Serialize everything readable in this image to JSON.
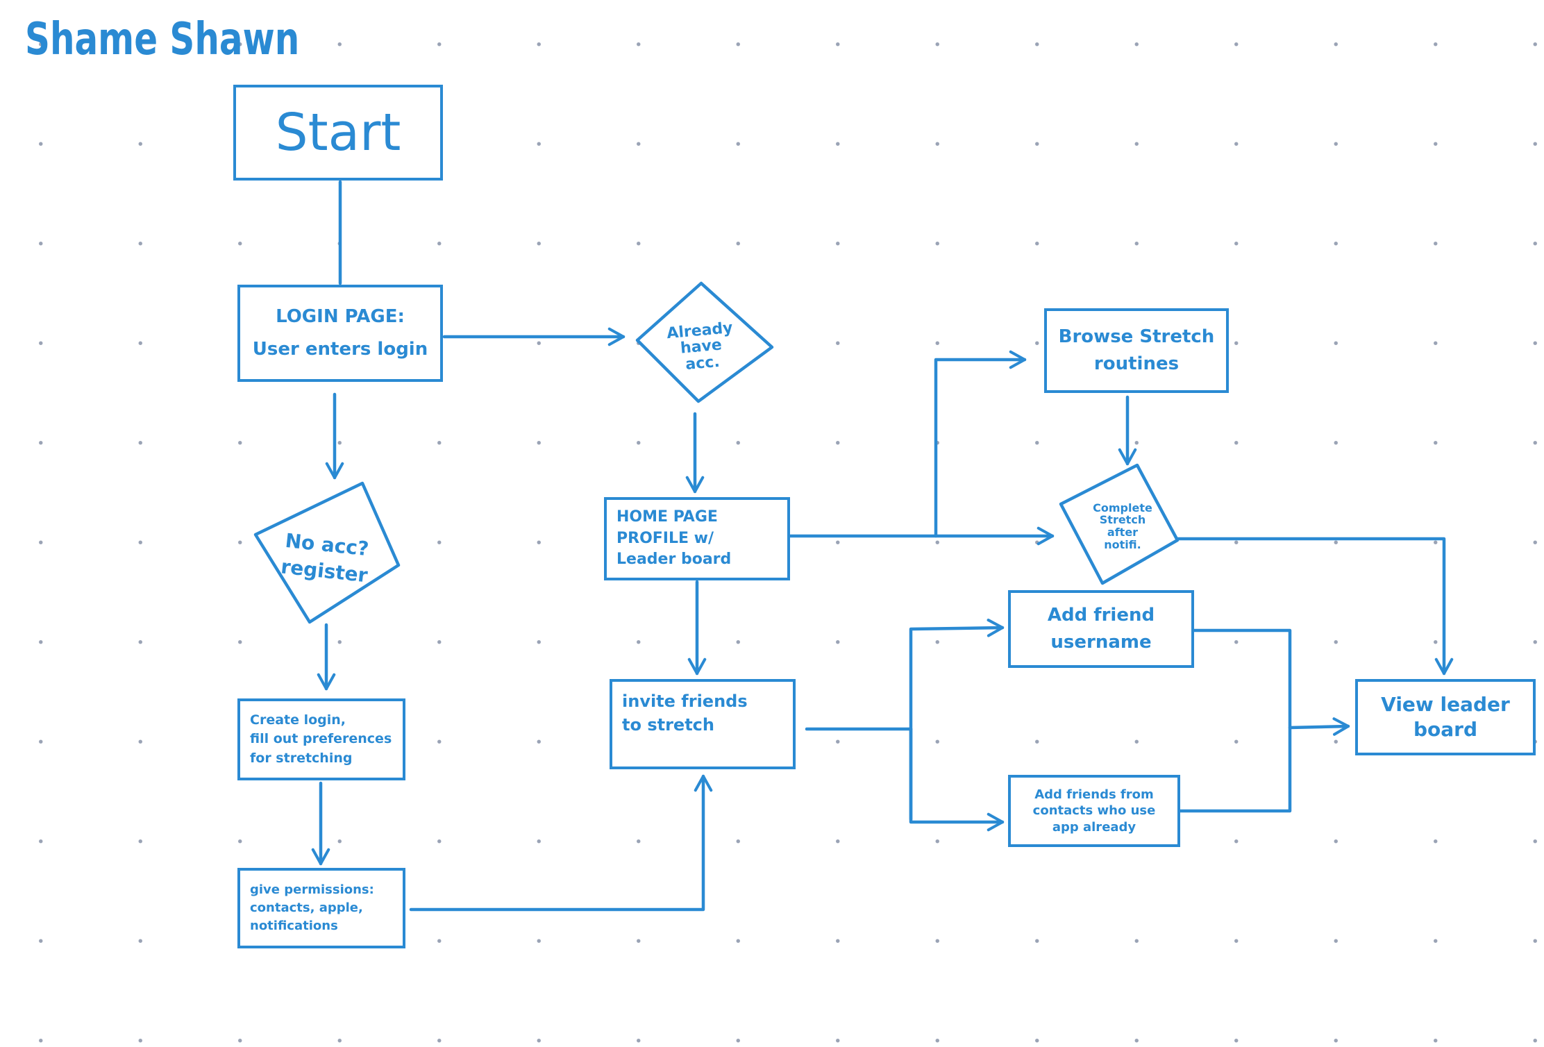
{
  "title": "Shame Shawn",
  "colors": {
    "ink": "#2a8ad3",
    "background": "#ffffff",
    "grid_dot": "#9aa3b5"
  },
  "nodes": {
    "start": "Start",
    "login": "LOGIN PAGE:\nUser enters login",
    "already_have_acc": "Already\nhave\nacc.",
    "no_acc_register": "No acc?\nregister",
    "create_login": "Create login,\nfill out preferences\nfor stretching",
    "give_permissions": "give permissions:\ncontacts, apple,\nnotifications",
    "home_page": "HOME PAGE\nPROFILE  w/\nLeader board",
    "invite_friends": "invite friends\nto stretch",
    "browse_stretch": "Browse Stretch\nroutines",
    "complete_stretch": "Complete\nStretch\nafter\nnotifi.",
    "add_friend_username": "Add friend\nusername",
    "add_friends_contacts": "Add friends from\ncontacts who use\napp already",
    "view_leaderboard": "View leader\nboard"
  },
  "icons": {
    "toggle": "toggle-switch-icon"
  }
}
